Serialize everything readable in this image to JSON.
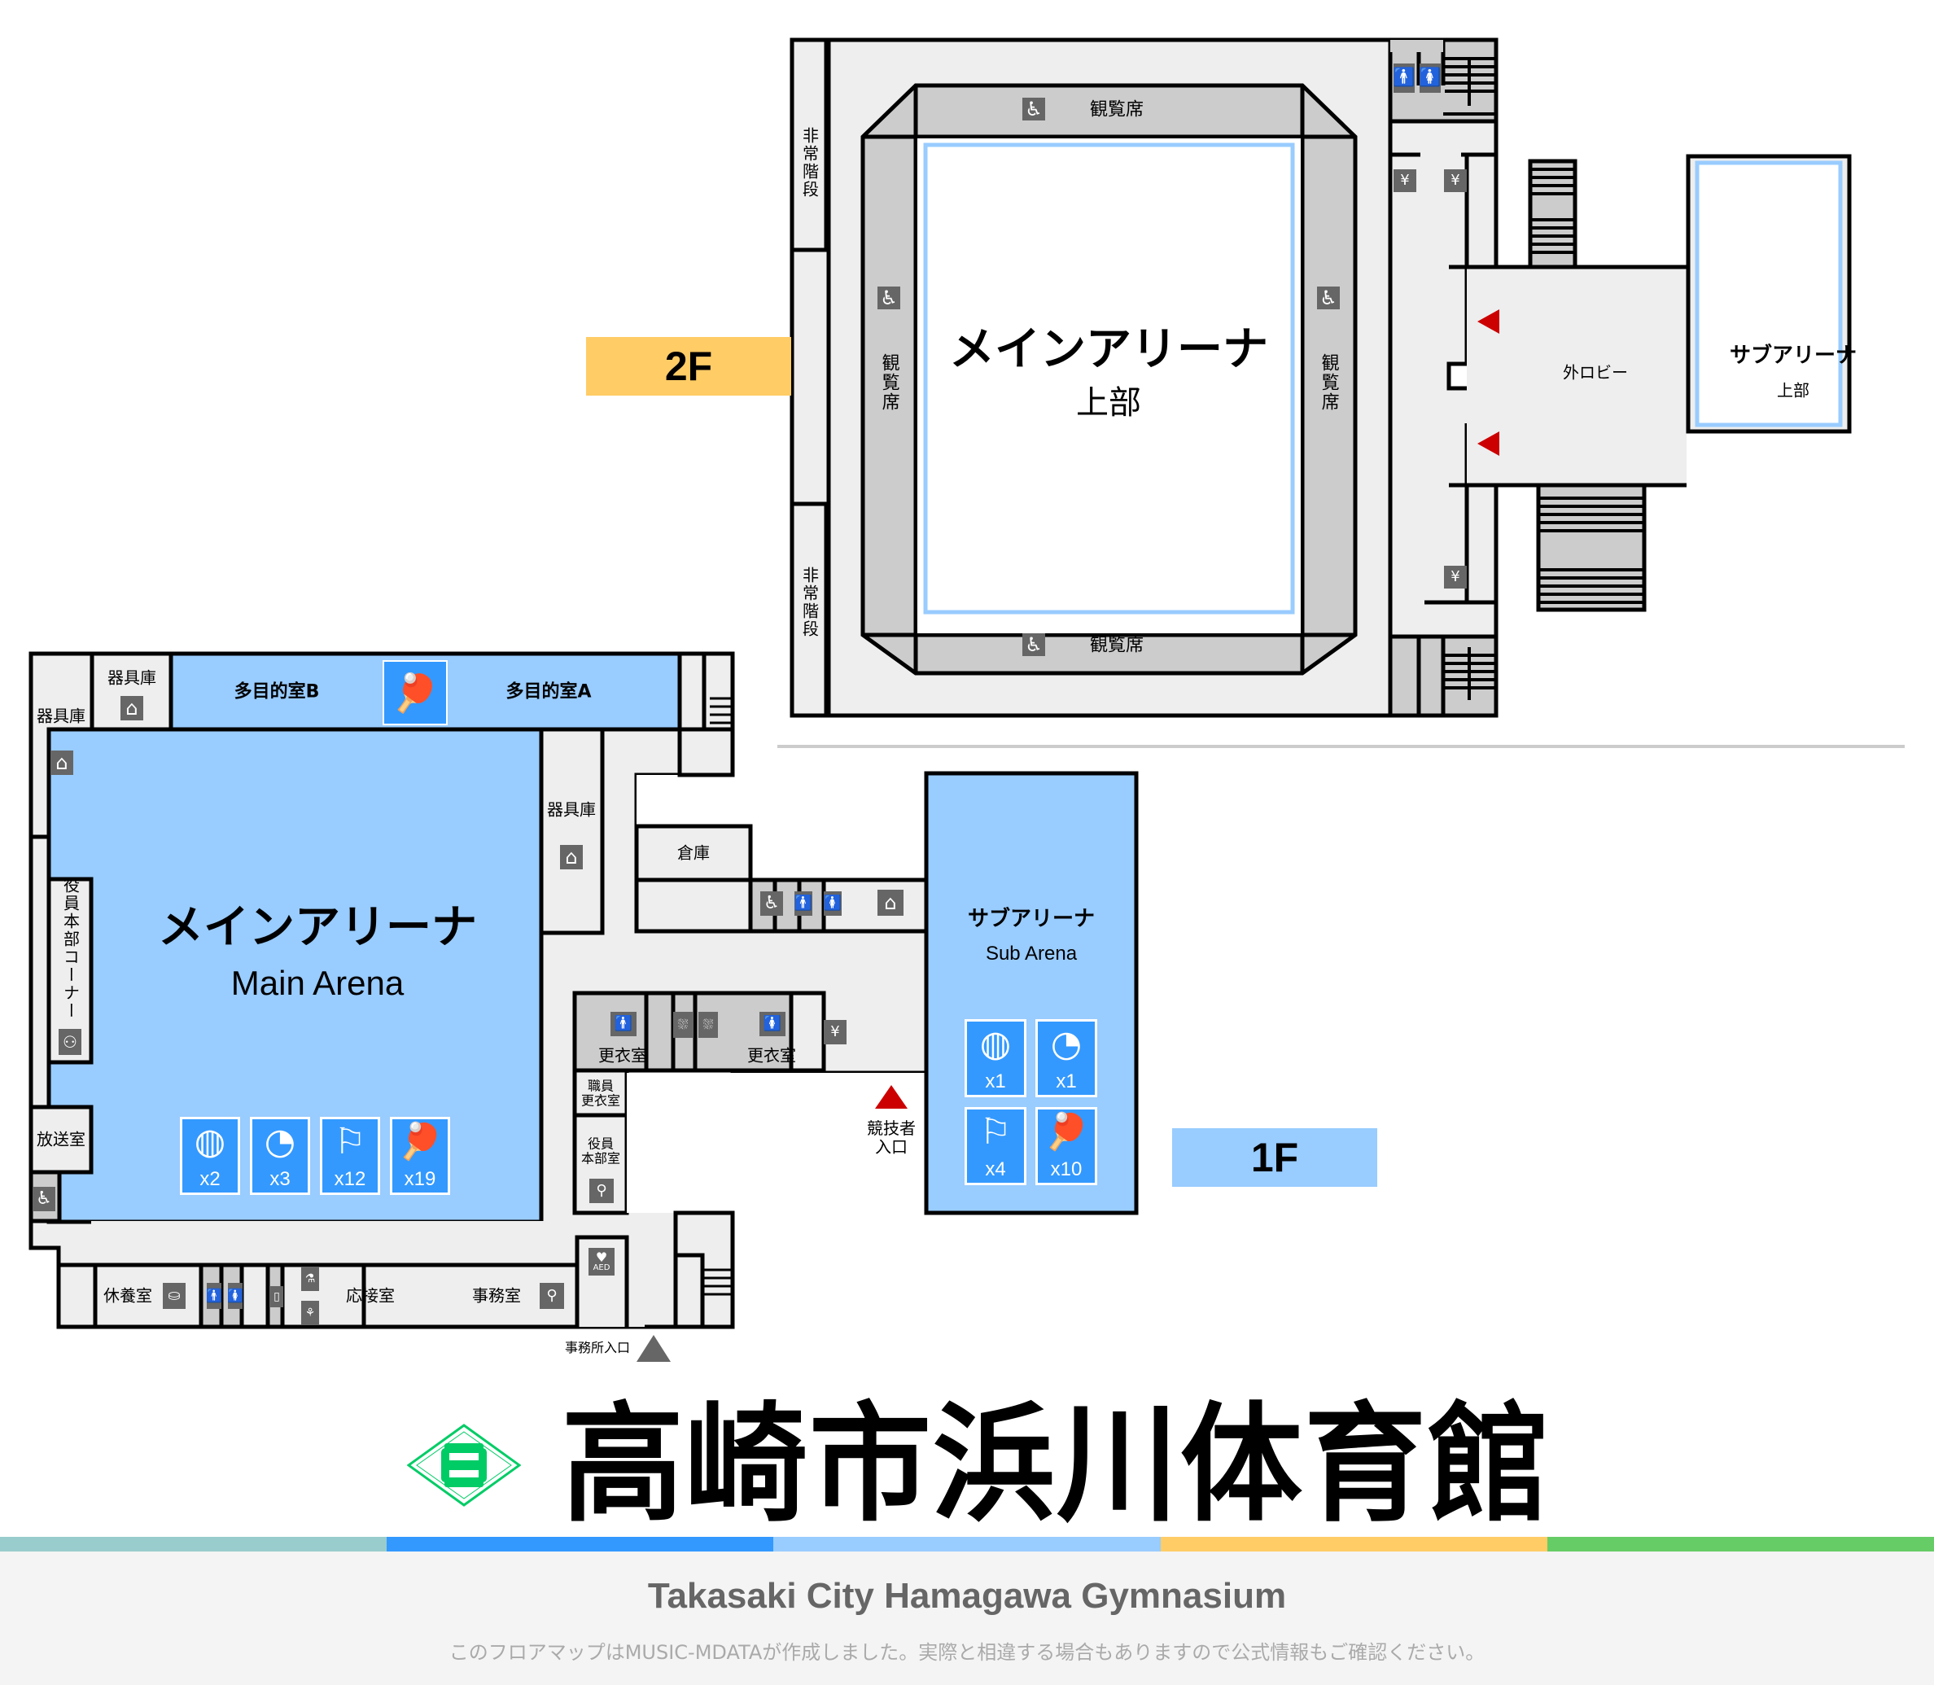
{
  "colors": {
    "wall": "#000000",
    "corridor": "#eeeeee",
    "room_gray": "#cccccc",
    "arena_blue": "#99ccff",
    "icon_blue": "#3399ff",
    "icon_gray": "#666666",
    "entrance_red": "#cc0000",
    "floor_2f": "#ffcc66",
    "floor_1f": "#99ccff",
    "stripe": [
      "#99cccc",
      "#3399ff",
      "#99ccff",
      "#ffcc66",
      "#66cc66"
    ],
    "logo_green": "#00cc66"
  },
  "floor2": {
    "tag": "2F",
    "main_arena": {
      "title": "メインアリーナ",
      "subtitle": "上部"
    },
    "seating_top": "観覧席",
    "seating_bottom": "観覧席",
    "seating_left": "観覧席",
    "seating_right": "観覧席",
    "emergency_stairs_top": "非常階段",
    "emergency_stairs_bottom": "非常階段",
    "outer_lobby": "外ロビー",
    "sub_arena": {
      "title": "サブアリーナ",
      "subtitle": "上部"
    },
    "icons": [
      "seat-icon",
      "seat-icon",
      "seat-icon",
      "seat-icon",
      "male-toilet-icon",
      "female-toilet-icon",
      "vending-machine-icon",
      "vending-machine-icon",
      "vending-machine-icon"
    ]
  },
  "floor1": {
    "tag": "1F",
    "main_arena": {
      "title": "メインアリーナ",
      "subtitle": "Main Arena",
      "sports": [
        {
          "icon": "basketball-icon",
          "count": "x2"
        },
        {
          "icon": "volleyball-icon",
          "count": "x3"
        },
        {
          "icon": "badminton-icon",
          "count": "x12"
        },
        {
          "icon": "table-tennis-icon",
          "count": "x19"
        }
      ]
    },
    "sub_arena": {
      "title": "サブアリーナ",
      "subtitle": "Sub Arena",
      "sports": [
        {
          "icon": "basketball-icon",
          "count": "x1"
        },
        {
          "icon": "volleyball-icon",
          "count": "x1"
        },
        {
          "icon": "badminton-icon",
          "count": "x4"
        },
        {
          "icon": "table-tennis-icon",
          "count": "x10"
        }
      ]
    },
    "rooms": {
      "equipment_left": "器具庫",
      "equipment_top": "器具庫",
      "equipment_right": "器具庫",
      "multipurpose_b": "多目的室B",
      "multipurpose_a": "多目的室A",
      "officials_corner": "役員本部コーナー",
      "broadcast": "放送室",
      "storage": "倉庫",
      "locker_men": "更衣室",
      "locker_women": "更衣室",
      "staff_locker": "職員\n更衣室",
      "officials_room": "役員\n本部室",
      "rest_room": "休養室",
      "reception": "応接室",
      "office": "事務室"
    },
    "entrances": {
      "athletes": "競技者\n入口",
      "office": "事務所入口"
    },
    "aed_label": "AED"
  },
  "header": {
    "title": "高崎市浜川体育館"
  },
  "footer": {
    "english_name": "Takasaki City Hamagawa Gymnasium",
    "note": "このフロアマップはMUSIC-MDATAが作成しました。実際と相違する場合もありますので公式情報もご確認ください。"
  }
}
